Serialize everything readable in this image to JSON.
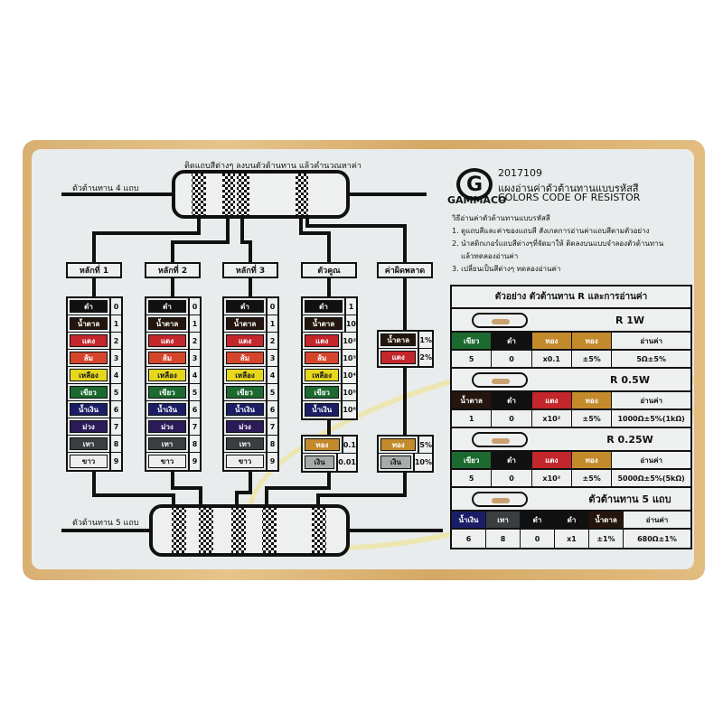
{
  "colors": {
    "black": "#111111",
    "brown": "#24160e",
    "red": "#c3262b",
    "orange": "#d5452b",
    "yellow": "#e6d71d",
    "green": "#1c6a2f",
    "blue": "#1b1e66",
    "violet": "#2b1a58",
    "gray": "#3a3e40",
    "white": "#eeeeee",
    "gold": "#c38a2b",
    "silver": "#a8abab"
  },
  "header": {
    "code": "2017109",
    "title_th": "แผงอ่านค่าตัวต้านทานแบบรหัสสี",
    "title_en": "COLORS CODE OF RESISTOR",
    "brand": "GAMMACO",
    "logo_icon": "gammaco-g-logo-icon"
  },
  "instructions": {
    "heading": "วิธีอ่านค่าตัวต้านทานแบบรหัสสี",
    "items": [
      "1. ดูแถบสีและค่าของแถบสี สังเกตการอ่านค่าแถบสีตามตัวอย่าง",
      "2. นำสติกเกอร์แถบสีต่างๆที่จัดมาให้ ติดลงบนแบบจำลองตัวต้านทาน",
      "แล้วทดลองอ่านค่า",
      "3. เปลี่ยนเป็นสีต่างๆ ทดลองอ่านค่า"
    ]
  },
  "diagram": {
    "top_caption": "ติดแถบสีต่างๆ ลงบนตัวต้านทาน แล้วคำนวณหาค่า",
    "label_4band": "ตัวต้านทาน 4 แถบ",
    "label_5band": "ตัวต้านทาน 5 แถบ",
    "watermark": "GAMMACO",
    "columns": [
      {
        "title": "หลักที่ 1",
        "rows": [
          [
            "ดำ",
            "black",
            "0"
          ],
          [
            "น้ำตาล",
            "brown",
            "1"
          ],
          [
            "แดง",
            "red",
            "2"
          ],
          [
            "ส้ม",
            "orange",
            "3"
          ],
          [
            "เหลือง",
            "yellow",
            "4"
          ],
          [
            "เขียว",
            "green",
            "5"
          ],
          [
            "น้ำเงิน",
            "blue",
            "6"
          ],
          [
            "ม่วง",
            "violet",
            "7"
          ],
          [
            "เทา",
            "gray",
            "8"
          ],
          [
            "ขาว",
            "white",
            "9"
          ]
        ]
      },
      {
        "title": "หลักที่ 2",
        "rows": [
          [
            "ดำ",
            "black",
            "0"
          ],
          [
            "น้ำตาล",
            "brown",
            "1"
          ],
          [
            "แดง",
            "red",
            "2"
          ],
          [
            "ส้ม",
            "orange",
            "3"
          ],
          [
            "เหลือง",
            "yellow",
            "4"
          ],
          [
            "เขียว",
            "green",
            "5"
          ],
          [
            "น้ำเงิน",
            "blue",
            "6"
          ],
          [
            "ม่วง",
            "violet",
            "7"
          ],
          [
            "เทา",
            "gray",
            "8"
          ],
          [
            "ขาว",
            "white",
            "9"
          ]
        ]
      },
      {
        "title": "หลักที่ 3",
        "rows": [
          [
            "ดำ",
            "black",
            "0"
          ],
          [
            "น้ำตาล",
            "brown",
            "1"
          ],
          [
            "แดง",
            "red",
            "2"
          ],
          [
            "ส้ม",
            "orange",
            "3"
          ],
          [
            "เหลือง",
            "yellow",
            "4"
          ],
          [
            "เขียว",
            "green",
            "5"
          ],
          [
            "น้ำเงิน",
            "blue",
            "6"
          ],
          [
            "ม่วง",
            "violet",
            "7"
          ],
          [
            "เทา",
            "gray",
            "8"
          ],
          [
            "ขาว",
            "white",
            "9"
          ]
        ]
      },
      {
        "title": "ตัวคูณ",
        "rows": [
          [
            "ดำ",
            "black",
            "1"
          ],
          [
            "น้ำตาล",
            "brown",
            "10"
          ],
          [
            "แดง",
            "red",
            "10²"
          ],
          [
            "ส้ม",
            "orange",
            "10³"
          ],
          [
            "เหลือง",
            "yellow",
            "10⁴"
          ],
          [
            "เขียว",
            "green",
            "10⁵"
          ],
          [
            "น้ำเงิน",
            "blue",
            "10⁶"
          ]
        ],
        "extra": [
          [
            "ทอง",
            "gold",
            "0.1"
          ],
          [
            "เงิน",
            "silver",
            "0.01"
          ]
        ]
      },
      {
        "title": "ค่าผิดพลาด",
        "rows": [
          [
            "น้ำตาล",
            "brown",
            "1%"
          ],
          [
            "แดง",
            "red",
            "2%"
          ]
        ],
        "extra": [
          [
            "ทอง",
            "gold",
            "5%"
          ],
          [
            "เงิน",
            "silver",
            "10%"
          ]
        ]
      }
    ]
  },
  "examples": {
    "title": "ตัวอย่าง ตัวต้านทาน R และการอ่านค่า",
    "read_label": "อ่านค่า",
    "items": [
      {
        "name": "R 1W",
        "bands": [
          [
            "เขียว",
            "green"
          ],
          [
            "ดำ",
            "black"
          ],
          [
            "ทอง",
            "gold"
          ],
          [
            "ทอง",
            "gold"
          ]
        ],
        "values": [
          "5",
          "0",
          "x0.1",
          "±5%"
        ],
        "result": "5Ω±5%"
      },
      {
        "name": "R 0.5W",
        "bands": [
          [
            "น้ำตาล",
            "brown"
          ],
          [
            "ดำ",
            "black"
          ],
          [
            "แดง",
            "red"
          ],
          [
            "ทอง",
            "gold"
          ]
        ],
        "values": [
          "1",
          "0",
          "x10²",
          "±5%"
        ],
        "result": "1000Ω±5%(1kΩ)"
      },
      {
        "name": "R 0.25W",
        "bands": [
          [
            "เขียว",
            "green"
          ],
          [
            "ดำ",
            "black"
          ],
          [
            "แดง",
            "red"
          ],
          [
            "ทอง",
            "gold"
          ]
        ],
        "values": [
          "5",
          "0",
          "x10²",
          "±5%"
        ],
        "result": "5000Ω±5%(5kΩ)"
      },
      {
        "name": "ตัวต้านทาน 5 แถบ",
        "bands": [
          [
            "น้ำเงิน",
            "blue"
          ],
          [
            "เทา",
            "gray"
          ],
          [
            "ดำ",
            "black"
          ],
          [
            "ดำ",
            "black"
          ],
          [
            "น้ำตาล",
            "brown"
          ]
        ],
        "values": [
          "6",
          "8",
          "0",
          "x1",
          "±1%"
        ],
        "result": "680Ω±1%"
      }
    ]
  }
}
